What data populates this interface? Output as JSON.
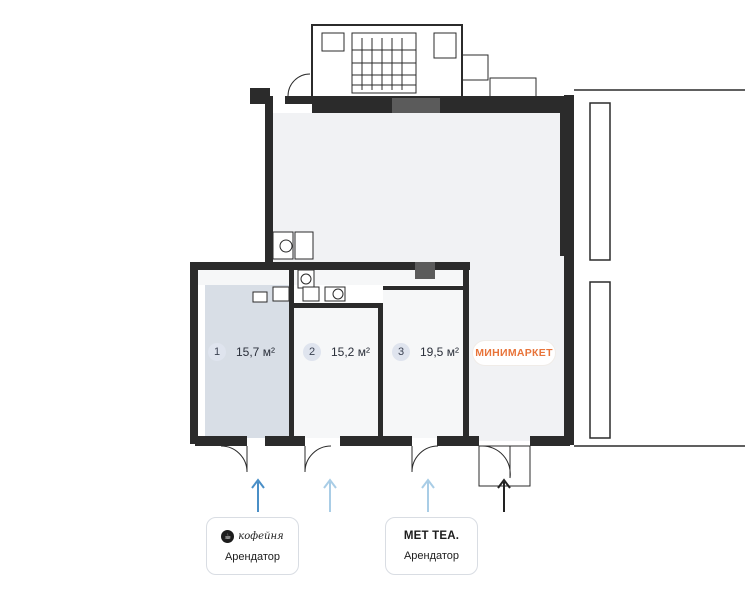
{
  "units": [
    {
      "number": "1",
      "area": "15,7 м²",
      "highlighted": true
    },
    {
      "number": "2",
      "area": "15,2 м²",
      "highlighted": false
    },
    {
      "number": "3",
      "area": "19,5 м²",
      "highlighted": false
    }
  ],
  "minimarket": {
    "label": "МИНИМАРКЕТ",
    "color": "#e8743a"
  },
  "tenants": [
    {
      "brand": "кофейня",
      "role": "Арендатор",
      "logo_icon": "coffee-logo-icon"
    },
    {
      "brand": "МЕТ ТЕА.",
      "role": "Арендатор"
    }
  ],
  "colors": {
    "wall": "#2b2b2b",
    "floor": "#f1f2f4",
    "highlight": "#d8dee6",
    "arrow_active": "#4a8fc7",
    "arrow_inactive": "#a9cde6",
    "arrow_dark": "#222222"
  }
}
